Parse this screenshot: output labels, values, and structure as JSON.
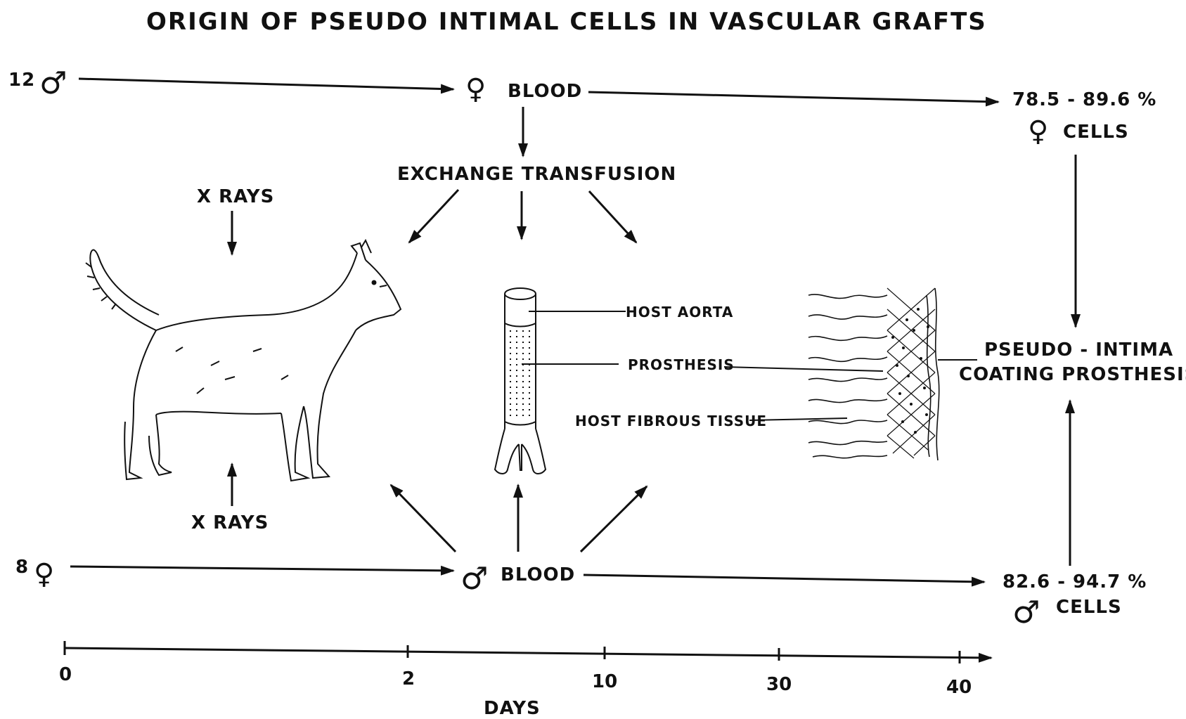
{
  "title": "ORIGIN OF PSEUDO INTIMAL CELLS IN VASCULAR GRAFTS",
  "top_row": {
    "donor_count": "12",
    "donor_symbol": "♂",
    "blood_symbol": "♀",
    "blood_label": "BLOOD",
    "result_percent": "78.5 - 89.6 %",
    "result_symbol": "♀",
    "result_label": "CELLS"
  },
  "bottom_row": {
    "donor_count": "8",
    "donor_symbol": "♀",
    "blood_symbol": "♂",
    "blood_label": "BLOOD",
    "result_percent": "82.6 - 94.7 %",
    "result_symbol": "♂",
    "result_label": "CELLS"
  },
  "exchange_label": "EXCHANGE TRANSFUSION",
  "xrays_top": "X RAYS",
  "xrays_bottom": "X RAYS",
  "graft_labels": {
    "host_aorta": "HOST AORTA",
    "prosthesis": "PROSTHESIS",
    "host_fibrous": "HOST FIBROUS TISSUE"
  },
  "pseudo_intima": {
    "line1": "PSEUDO - INTIMA",
    "line2": "COATING PROSTHESIS"
  },
  "timeline": {
    "ticks": [
      "0",
      "2",
      "10",
      "30",
      "40"
    ],
    "label": "DAYS"
  }
}
